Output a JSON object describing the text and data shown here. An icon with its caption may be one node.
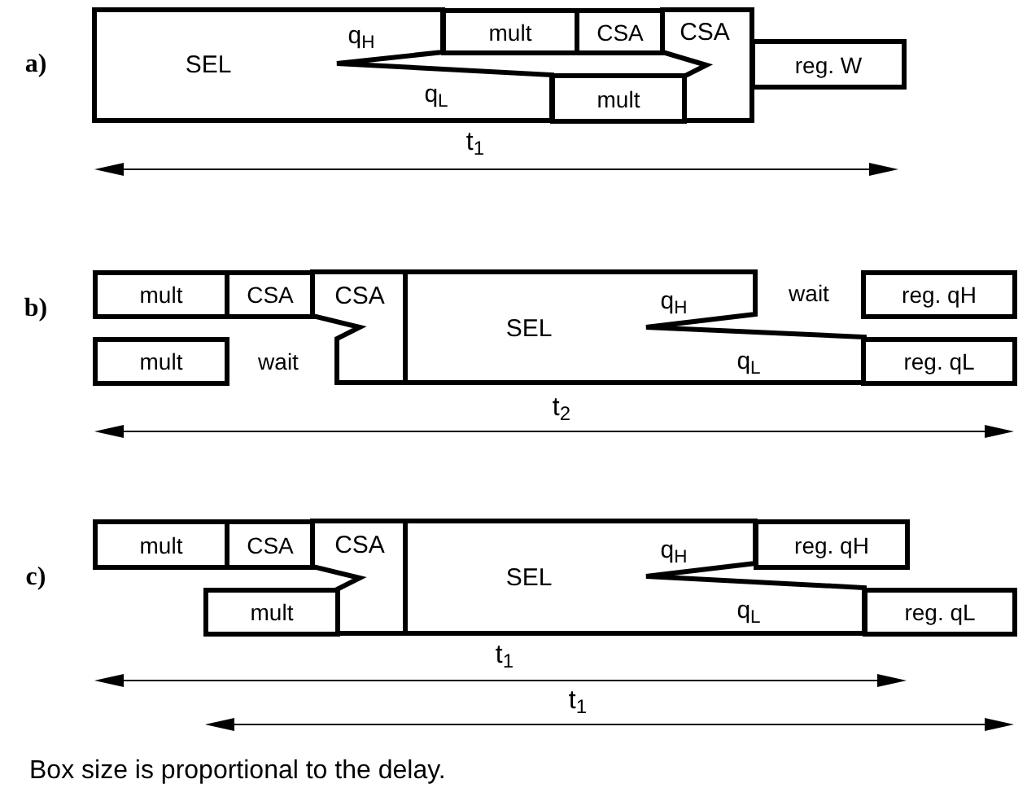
{
  "diagram": {
    "caption": "Box size is proportional to the delay.",
    "nodes": [
      {
        "text": [
          "SEL",
          "q$_{H}$",
          "q$_{L}$"
        ]
      },
      {
        "text": [
          "mult"
        ]
      },
      {
        "text": [
          "CSA"
        ]
      },
      {
        "text": [
          "CSA"
        ]
      },
      {
        "text": [
          "mult"
        ]
      },
      {
        "text": [
          "reg. W"
        ]
      },
      {
        "text": [
          "mult"
        ]
      },
      {
        "text": [
          "CSA"
        ]
      },
      {
        "text": [
          "CSA"
        ]
      },
      {
        "text": [
          "SEL",
          "q$_{H}$",
          "q$_{L}$"
        ]
      },
      {
        "text": [
          "mult"
        ]
      },
      {
        "text": [
          "reg. qH"
        ]
      },
      {
        "text": [
          "reg. qL"
        ]
      },
      {
        "text": [
          "mult"
        ]
      },
      {
        "text": [
          "CSA"
        ]
      },
      {
        "text": [
          "CSA"
        ]
      },
      {
        "text": [
          "SEL",
          "q$_{H}$",
          "q$_{L}$"
        ]
      },
      {
        "text": [
          "mult"
        ]
      },
      {
        "text": [
          "reg. qH"
        ]
      },
      {
        "text": [
          "reg. qL"
        ]
      }
    ],
    "labels": [
      "a)",
      "t$_{1}$",
      "wait",
      "b)",
      "wait",
      "t$_{2}$",
      "c)",
      "t$_{1}$",
      "t$_{1}$"
    ]
  }
}
